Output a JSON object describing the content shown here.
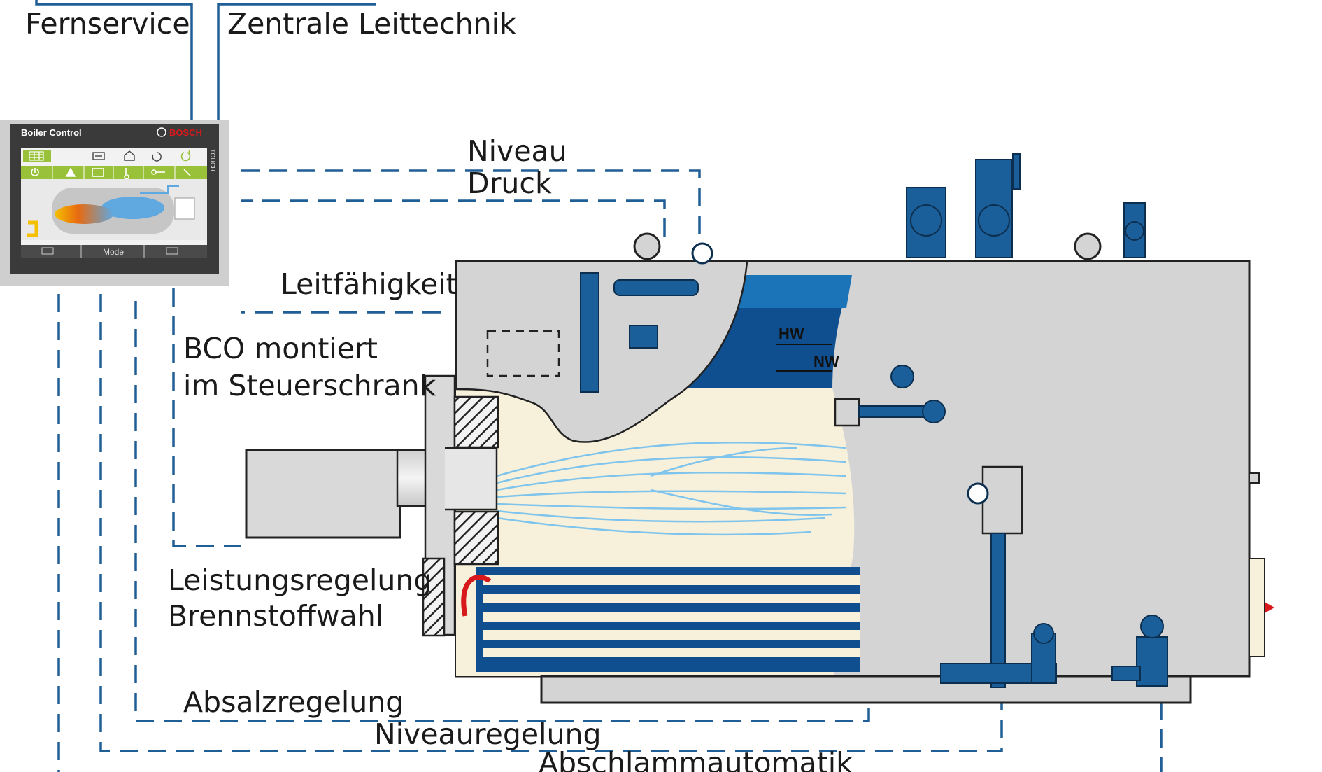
{
  "labels": {
    "remote_service": "Fernservice",
    "central_control": "Zentrale Leittechnik",
    "level": "Niveau",
    "pressure": "Druck",
    "conductivity": "Leitfähigkeit",
    "bco_line1": "BCO montiert",
    "bco_line2": "im Steuerschrank",
    "power_control": "Leistungsregelung",
    "fuel_selection": "Brennstoffwahl",
    "tds_control": "Absalzregelung",
    "level_control": "Niveauregelung",
    "blowdown": "Abschlammautomatik"
  },
  "level_marks": {
    "high": "HW",
    "normal": "NW"
  },
  "controller": {
    "title": "Boiler Control",
    "brand": "BOSCH",
    "side_label": "TOUCH",
    "mode_label": "Mode",
    "top_icons": [
      "grid-icon",
      "printer-icon",
      "home-icon",
      "refresh-icon",
      "power-icon"
    ],
    "toolbar_icons": [
      "power-icon",
      "warning-icon",
      "monitor-icon",
      "thermometer-icon",
      "key-icon",
      "wrench-icon"
    ]
  },
  "colors": {
    "signal_line": "#1f5f96",
    "steel_blue": "#1b5f9a",
    "water_blue": "#0f4f8f",
    "flame_blue": "#7fc4ec",
    "boiler_grey": "#d4d4d4",
    "refractory_cream": "#f7f1dc",
    "accent_green": "#9ac13a",
    "panel_dark": "#3a3a3a",
    "brand_red": "#d7191c"
  }
}
